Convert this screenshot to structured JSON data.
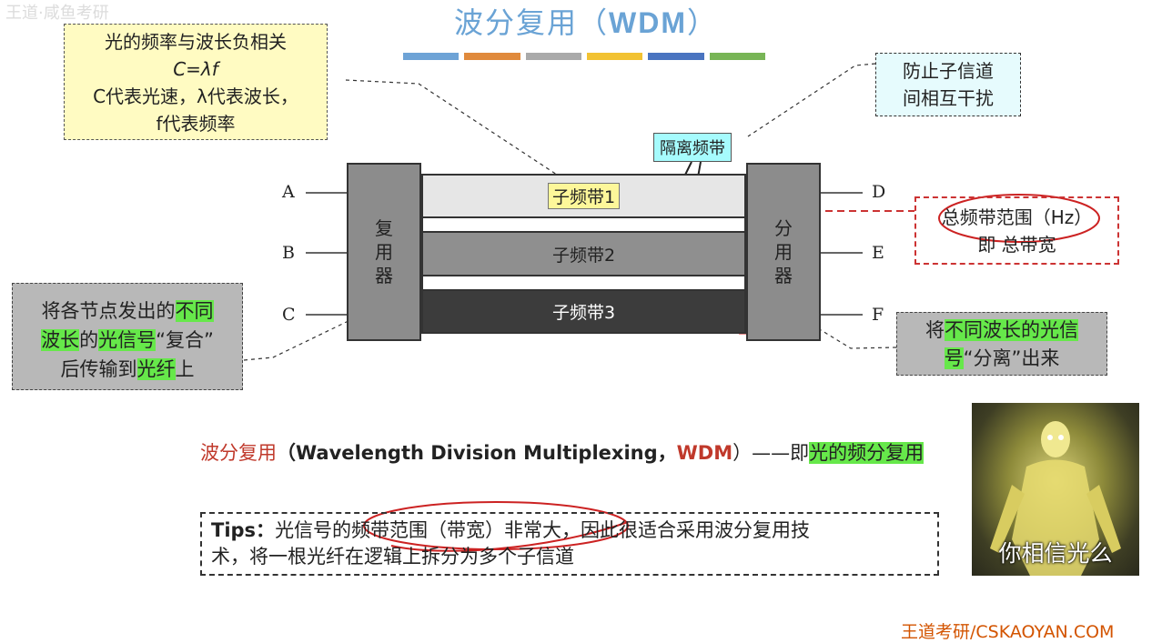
{
  "watermark": "王道·咸鱼考研",
  "title": {
    "cn": "波分复用（",
    "en": "WDM",
    "close": "）"
  },
  "color_bars": [
    "#6ea3d6",
    "#e08a3c",
    "#aaaaaa",
    "#f2c232",
    "#4a74c0",
    "#78b556"
  ],
  "yellow_note": {
    "line1": "光的频率与波长负相关",
    "line2": "C=λf",
    "line3": "C代表光速，λ代表波长，",
    "line4": "f代表频率"
  },
  "cyan_note": {
    "line1": "防止子信道",
    "line2": "间相互干扰"
  },
  "isolation_label": "隔离频带",
  "mux_label": [
    "复",
    "用",
    "器"
  ],
  "demux_label": [
    "分",
    "用",
    "器"
  ],
  "bands": [
    "子频带1",
    "子频带2",
    "子频带3"
  ],
  "inputs": [
    "A",
    "B",
    "C"
  ],
  "outputs": [
    "D",
    "E",
    "F"
  ],
  "total_bandwidth_note": {
    "line1": "总频带范围（Hz）",
    "line2": "即 总带宽"
  },
  "left_note": {
    "p1": "将各节点发出的",
    "h1": "不同",
    "h2": "波长",
    "p2": "的",
    "h3": "光信号",
    "p3": "“复合”",
    "p4": "后传输到",
    "h4": "光纤",
    "p5": "上"
  },
  "right_note": {
    "p1": "将",
    "h1": "不同波长的光信",
    "h2": "号",
    "p2": "“分离”出来"
  },
  "main_line": {
    "red1": "波分复用",
    "black1": "（Wavelength Division Multiplexing，",
    "red2": "WDM",
    "black2": "）——即",
    "highlight": "光的频分复用"
  },
  "tips": {
    "label": "Tips：",
    "text1": "光信号的频带范围（带宽）非常大，因此很适合采用波分复用技",
    "text2": "术，将一根光纤在逻辑上拆分为多个子信道"
  },
  "meme_caption": "你相信光么",
  "footer": "王道考研/CSKAOYAN.COM"
}
